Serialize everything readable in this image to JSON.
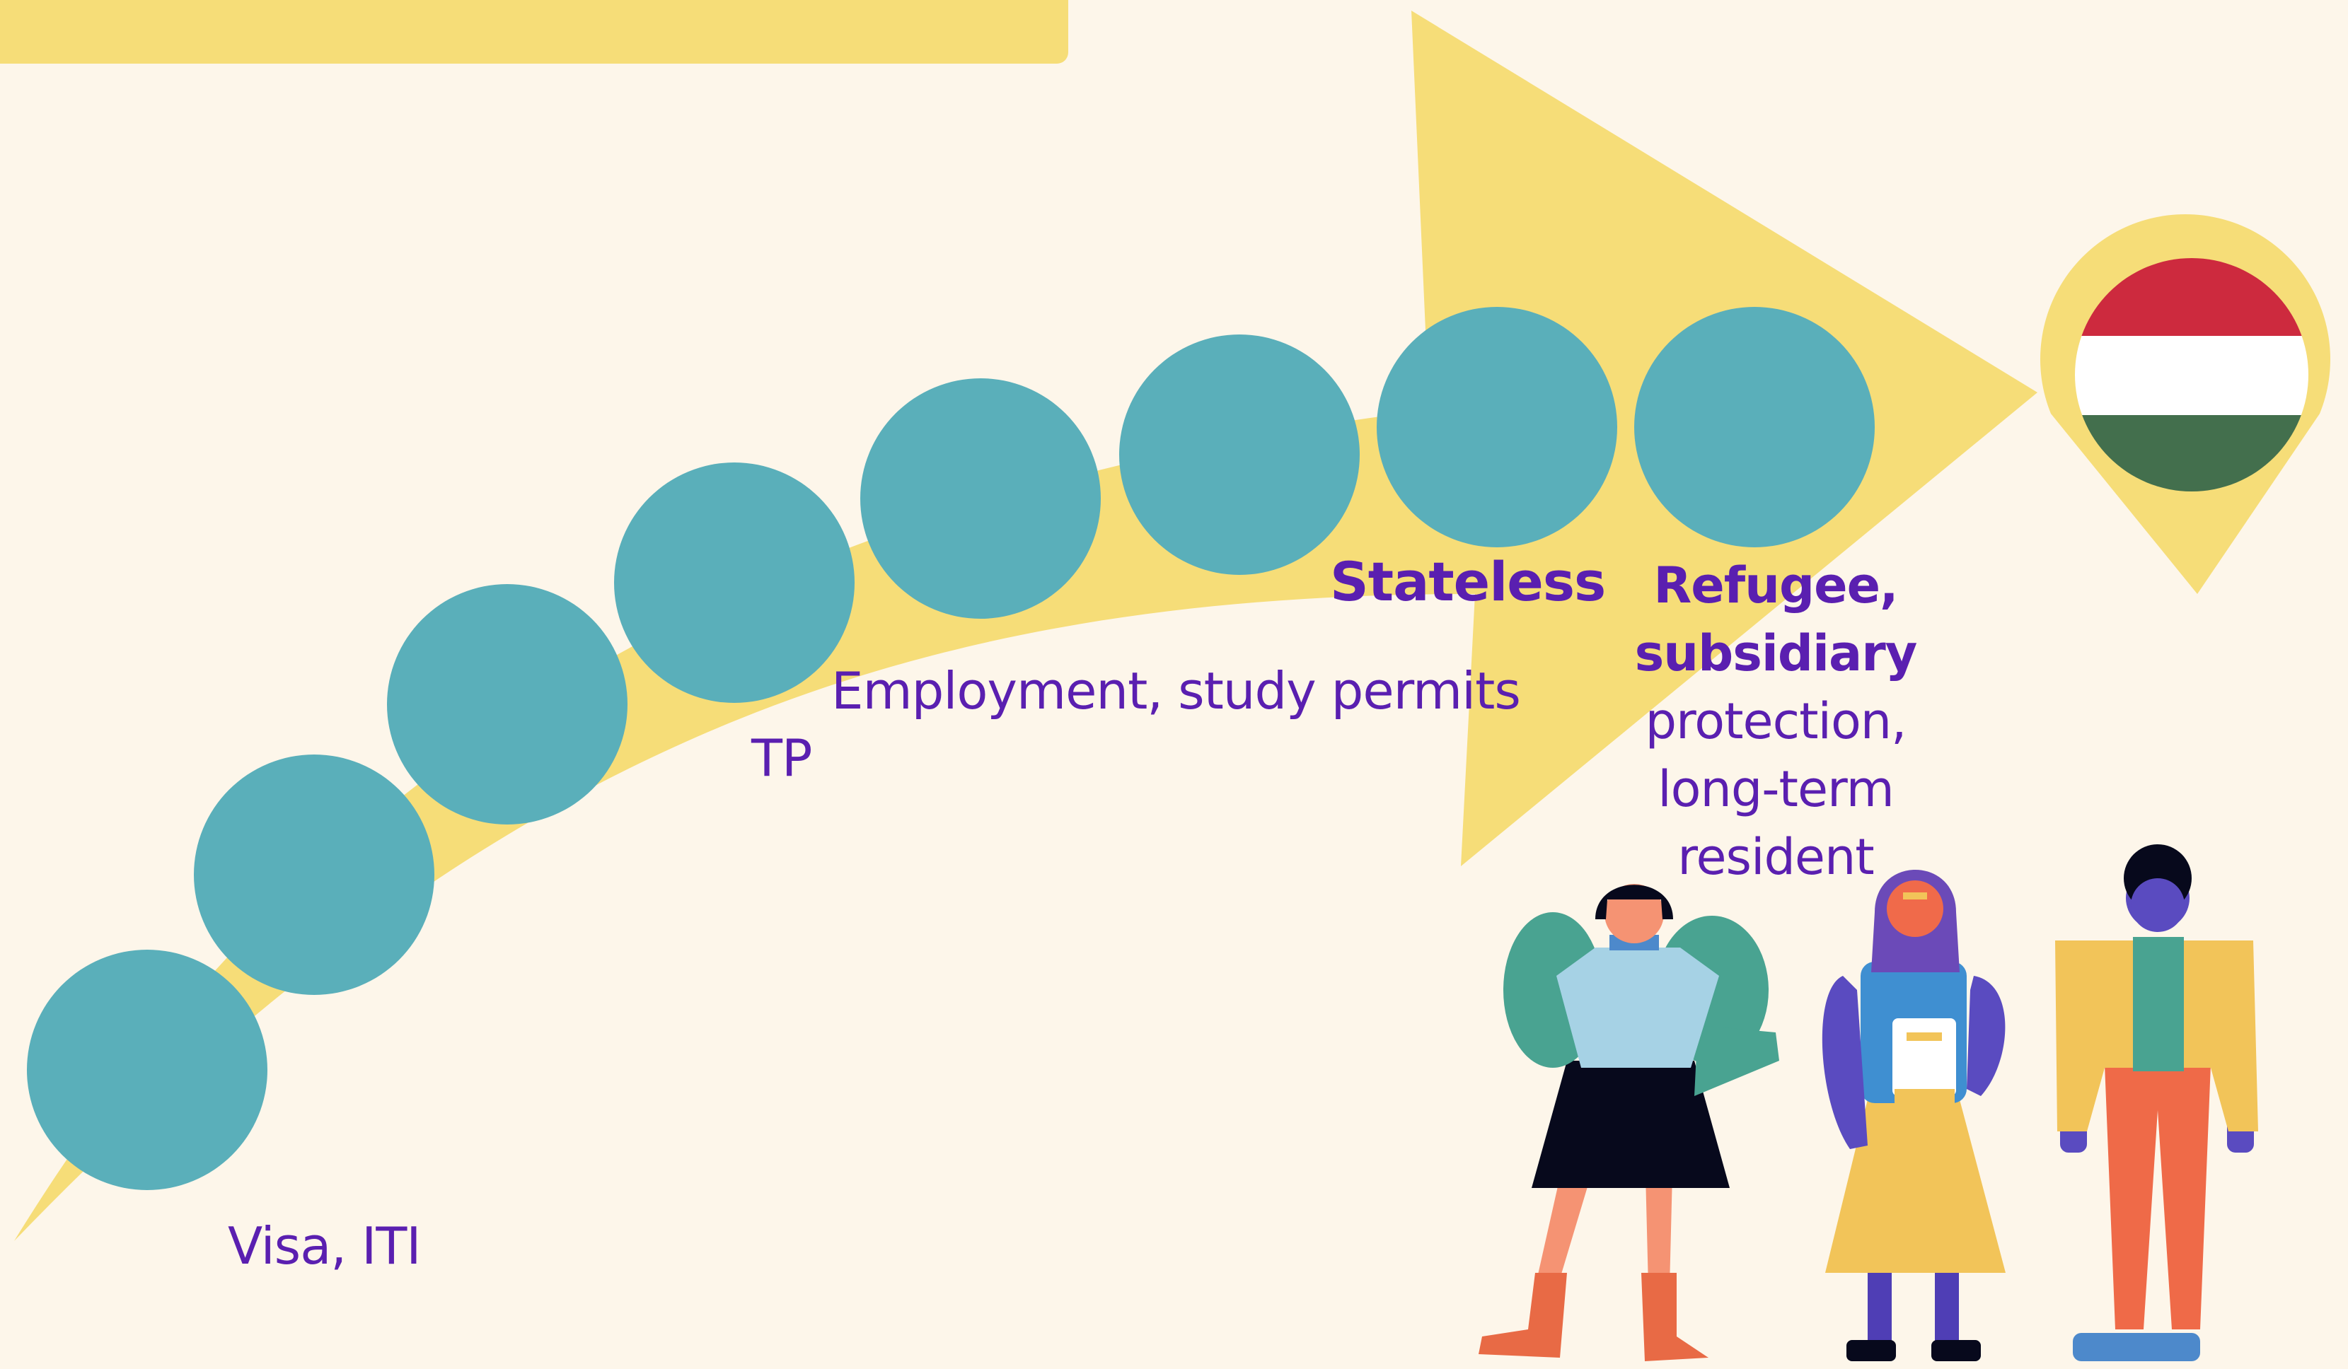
{
  "steps": {
    "visa": "Visa, ITI",
    "tp": "TP",
    "employment": "Employment, study permits",
    "stateless": "Stateless",
    "refugee_lines": [
      "Refugee,",
      "subsidiary",
      "protection,",
      "long-term",
      "resident"
    ]
  },
  "colors": {
    "background": "#fdf6ea",
    "arrow": "#f6dd78",
    "circle": "#5aafba",
    "text": "#5a1fb0",
    "flag_red": "#cd2a3e",
    "flag_white": "#ffffff",
    "flag_green": "#436f4d"
  },
  "icons": [
    "hungary-flag-pin-icon",
    "person-figure-icon"
  ]
}
